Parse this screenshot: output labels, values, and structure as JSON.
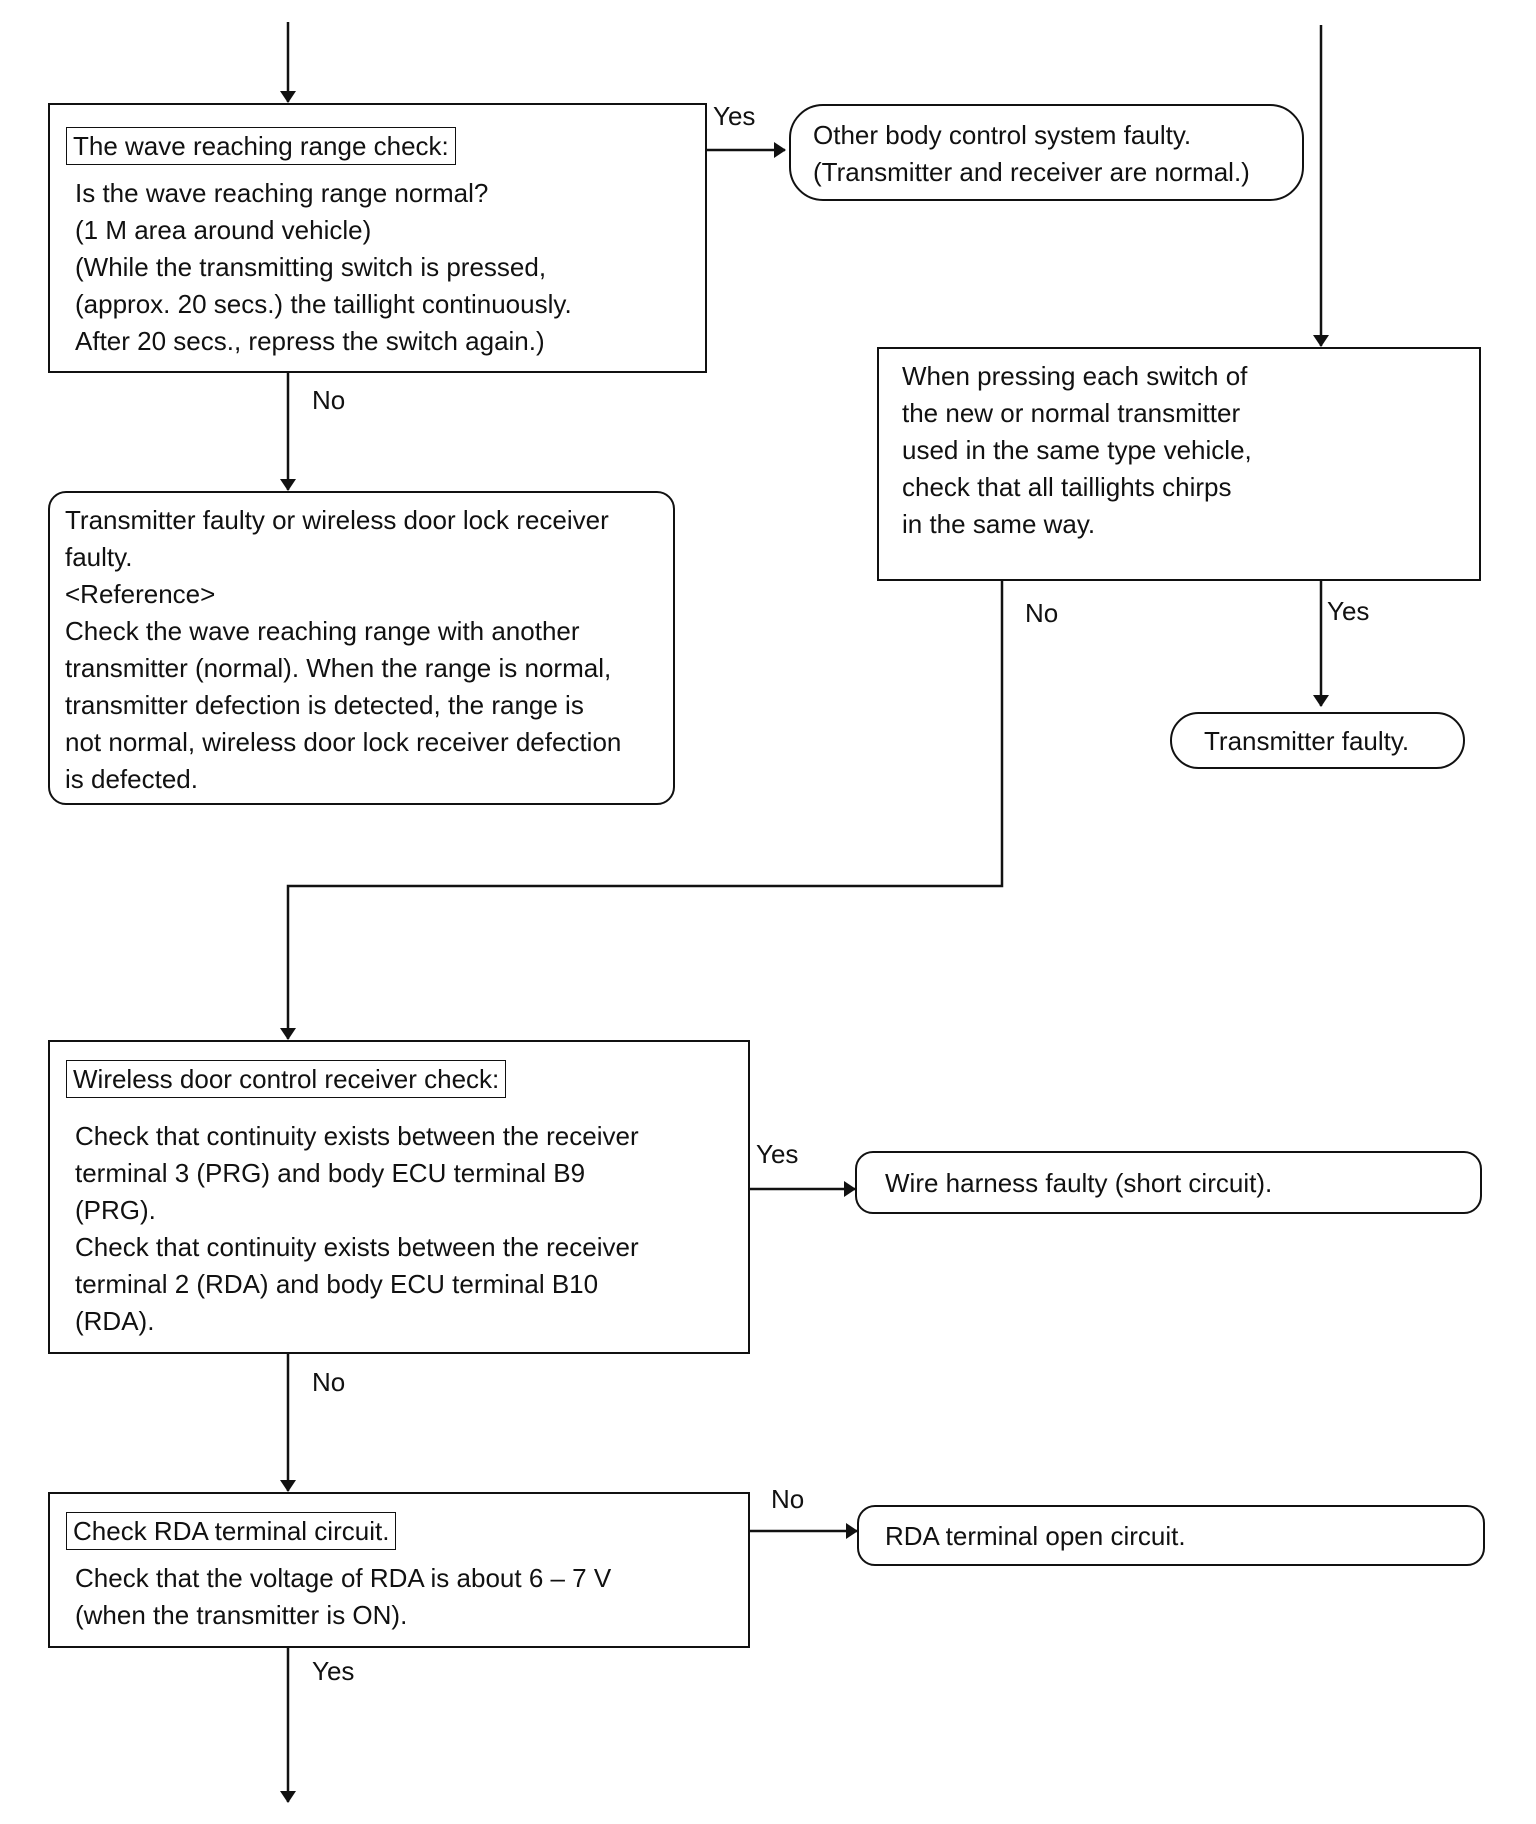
{
  "nodes": {
    "wave_check": {
      "heading": "The wave reaching range check:",
      "lines": [
        "Is the wave reaching range normal?",
        "(1 M area around vehicle)",
        "(While the transmitting switch is pressed,",
        "(approx. 20 secs.) the taillight continuously.",
        "After 20 secs., repress the switch again.)"
      ]
    },
    "other_body": {
      "lines": [
        "Other body control system faulty.",
        "(Transmitter and receiver are normal.)"
      ]
    },
    "transmitter_or_receiver": {
      "lines": [
        "Transmitter faulty or wireless door lock receiver",
        "faulty.",
        "<Reference>",
        "Check the wave reaching range with another",
        "transmitter (normal). When the range is normal,",
        "transmitter defection is detected, the range is",
        "not normal, wireless door lock receiver defection",
        "is defected."
      ]
    },
    "switch_check": {
      "lines": [
        "When pressing each switch of",
        "the new or normal transmitter",
        "used in the same type vehicle,",
        "check that all taillights chirps",
        "in the same way."
      ]
    },
    "transmitter_faulty": {
      "text": "Transmitter faulty."
    },
    "receiver_check": {
      "heading": "Wireless door control receiver check:",
      "lines": [
        "Check that continuity exists between the receiver",
        "terminal 3 (PRG) and body ECU terminal B9",
        "(PRG).",
        "Check that continuity exists between the receiver",
        "terminal 2 (RDA) and body ECU terminal B10",
        "(RDA)."
      ]
    },
    "wire_harness": {
      "text": "Wire harness faulty (short circuit)."
    },
    "rda_check": {
      "heading": "Check RDA terminal circuit.",
      "lines": [
        "Check that the voltage of RDA is about 6 – 7 V",
        "(when the transmitter is ON)."
      ]
    },
    "rda_open": {
      "text": "RDA terminal open circuit."
    }
  },
  "edge_labels": {
    "wave_yes": "Yes",
    "wave_no": "No",
    "switch_no": "No",
    "switch_yes": "Yes",
    "receiver_yes": "Yes",
    "receiver_no": "No",
    "rda_no": "No",
    "rda_yes": "Yes"
  }
}
